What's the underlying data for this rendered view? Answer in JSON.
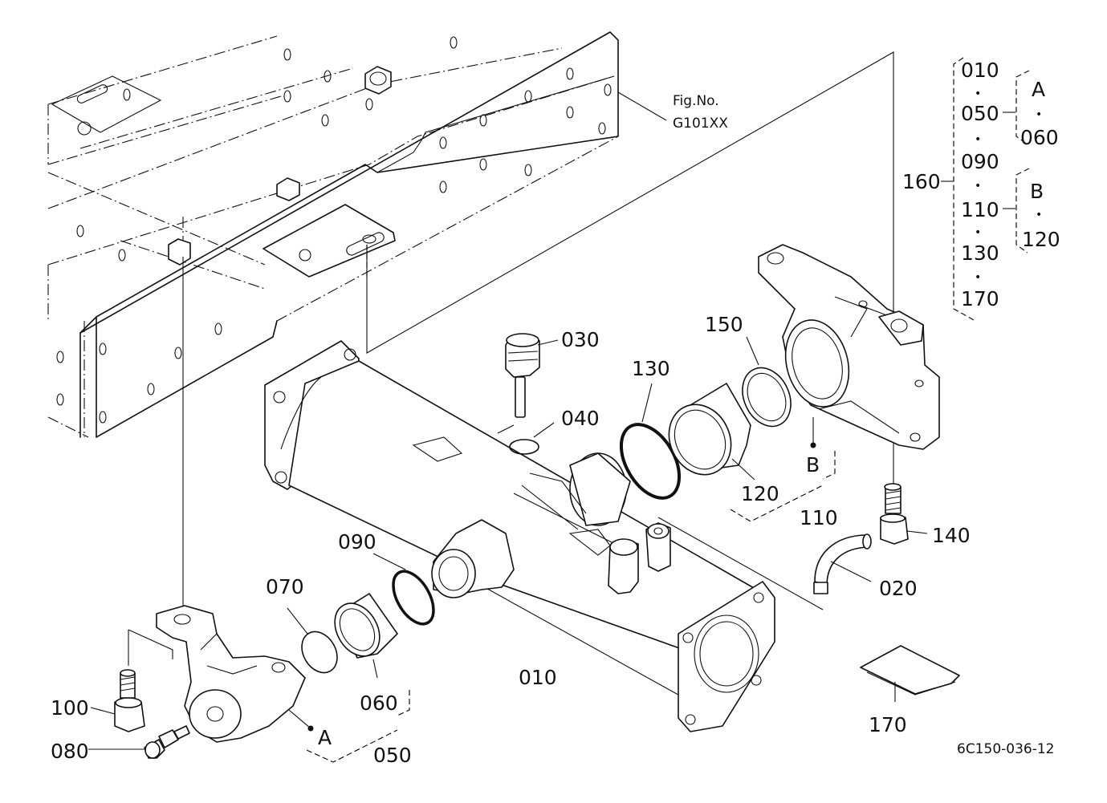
{
  "figure_ref": {
    "line1": "Fig.No.",
    "line2": "G101XX"
  },
  "drawing_code": "6C150-036-12",
  "callouts": {
    "p010": "010",
    "p020": "020",
    "p030": "030",
    "p040": "040",
    "p050": "050",
    "p060": "060",
    "p070": "070",
    "p080": "080",
    "p090": "090",
    "p100": "100",
    "p110": "110",
    "p120": "120",
    "p130": "130",
    "p140": "140",
    "p150": "150",
    "p170": "170"
  },
  "sub_markers": {
    "a": "A",
    "b": "B"
  },
  "assembly_list": {
    "parent": "160",
    "items": [
      "010",
      "050",
      "090",
      "110",
      "130",
      "170"
    ],
    "group_a": {
      "label": "A",
      "items": [
        "060"
      ]
    },
    "group_b": {
      "label": "B",
      "items": [
        "120"
      ]
    },
    "bullet": "•"
  }
}
